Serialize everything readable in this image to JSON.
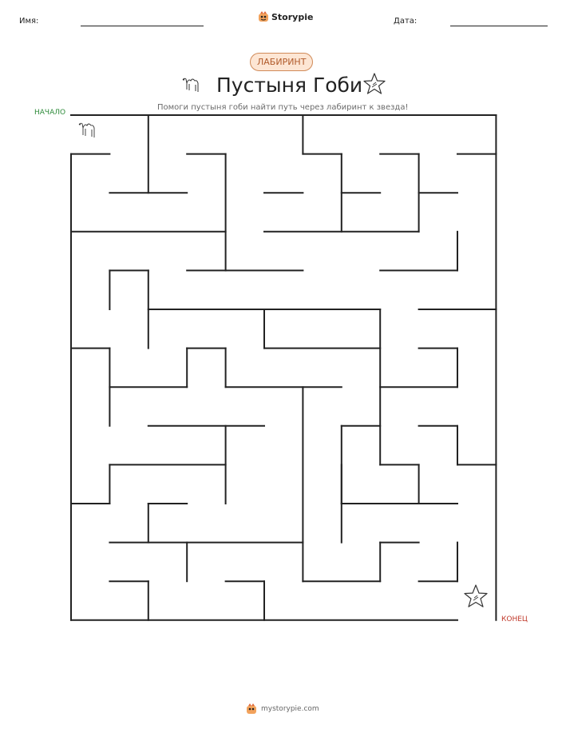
{
  "header": {
    "name_label": "Имя:",
    "date_label": "Дата:",
    "brand_name": "Storypie"
  },
  "worksheet": {
    "badge": "ЛАБИРИНТ",
    "title": "Пустыня Гоби",
    "subtitle": "Помоги пустыня гоби найти путь через лабиринт к звезда!",
    "start_icon": "camel-icon",
    "goal_icon": "star-icon"
  },
  "maze": {
    "start_label": "НАЧАЛО",
    "end_label": "КОНЕЦ",
    "colors": {
      "wall": "#222222",
      "start": "#2e8b3a",
      "end": "#c0392b"
    }
  },
  "footer": {
    "site": "mystorypie.com"
  }
}
